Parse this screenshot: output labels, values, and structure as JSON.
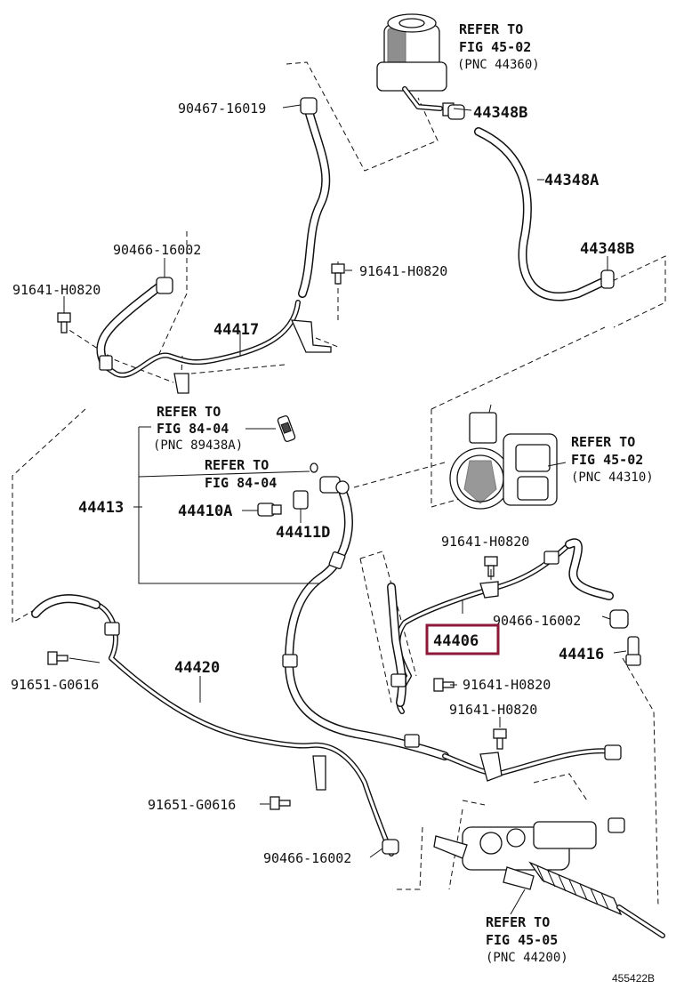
{
  "labels": {
    "ref_pump_reservoir": [
      "REFER TO",
      "FIG 45-02",
      "(PNC 44360)"
    ],
    "p_44348b_top": "44348B",
    "p_44348a": "44348A",
    "p_44348b_right": "44348B",
    "p_90467_16019": "90467-16019",
    "p_90466_16002_a": "90466-16002",
    "p_91641_h0820_left": "91641-H0820",
    "p_91641_h0820_mid": "91641-H0820",
    "p_44417": "44417",
    "ref_sensor": [
      "REFER TO",
      "FIG 84-04",
      "(PNC 89438A)"
    ],
    "ref_oring": [
      "REFER TO",
      "FIG 84-04"
    ],
    "p_44413": "44413",
    "p_44410a": "44410A",
    "p_44411d": "44411D",
    "ref_vane_pump": [
      "REFER TO",
      "FIG 45-02",
      "(PNC 44310)"
    ],
    "p_91641_h0820_r1": "91641-H0820",
    "p_90466_16002_b": "90466-16002",
    "p_44406": "44406",
    "p_44416": "44416",
    "p_91651_g0616_left": "91651-G0616",
    "p_44420": "44420",
    "p_91641_h0820_r2": "91641-H0820",
    "p_91641_h0820_r3": "91641-H0820",
    "p_91651_g0616_mid": "91651-G0616",
    "p_90466_16002_c": "90466-16002",
    "ref_steering_gear": [
      "REFER TO",
      "FIG 45-05",
      "(PNC 44200)"
    ],
    "diagram_code": "455422B"
  },
  "highlight": {
    "part": "44406",
    "color": "#8b1a3a"
  }
}
